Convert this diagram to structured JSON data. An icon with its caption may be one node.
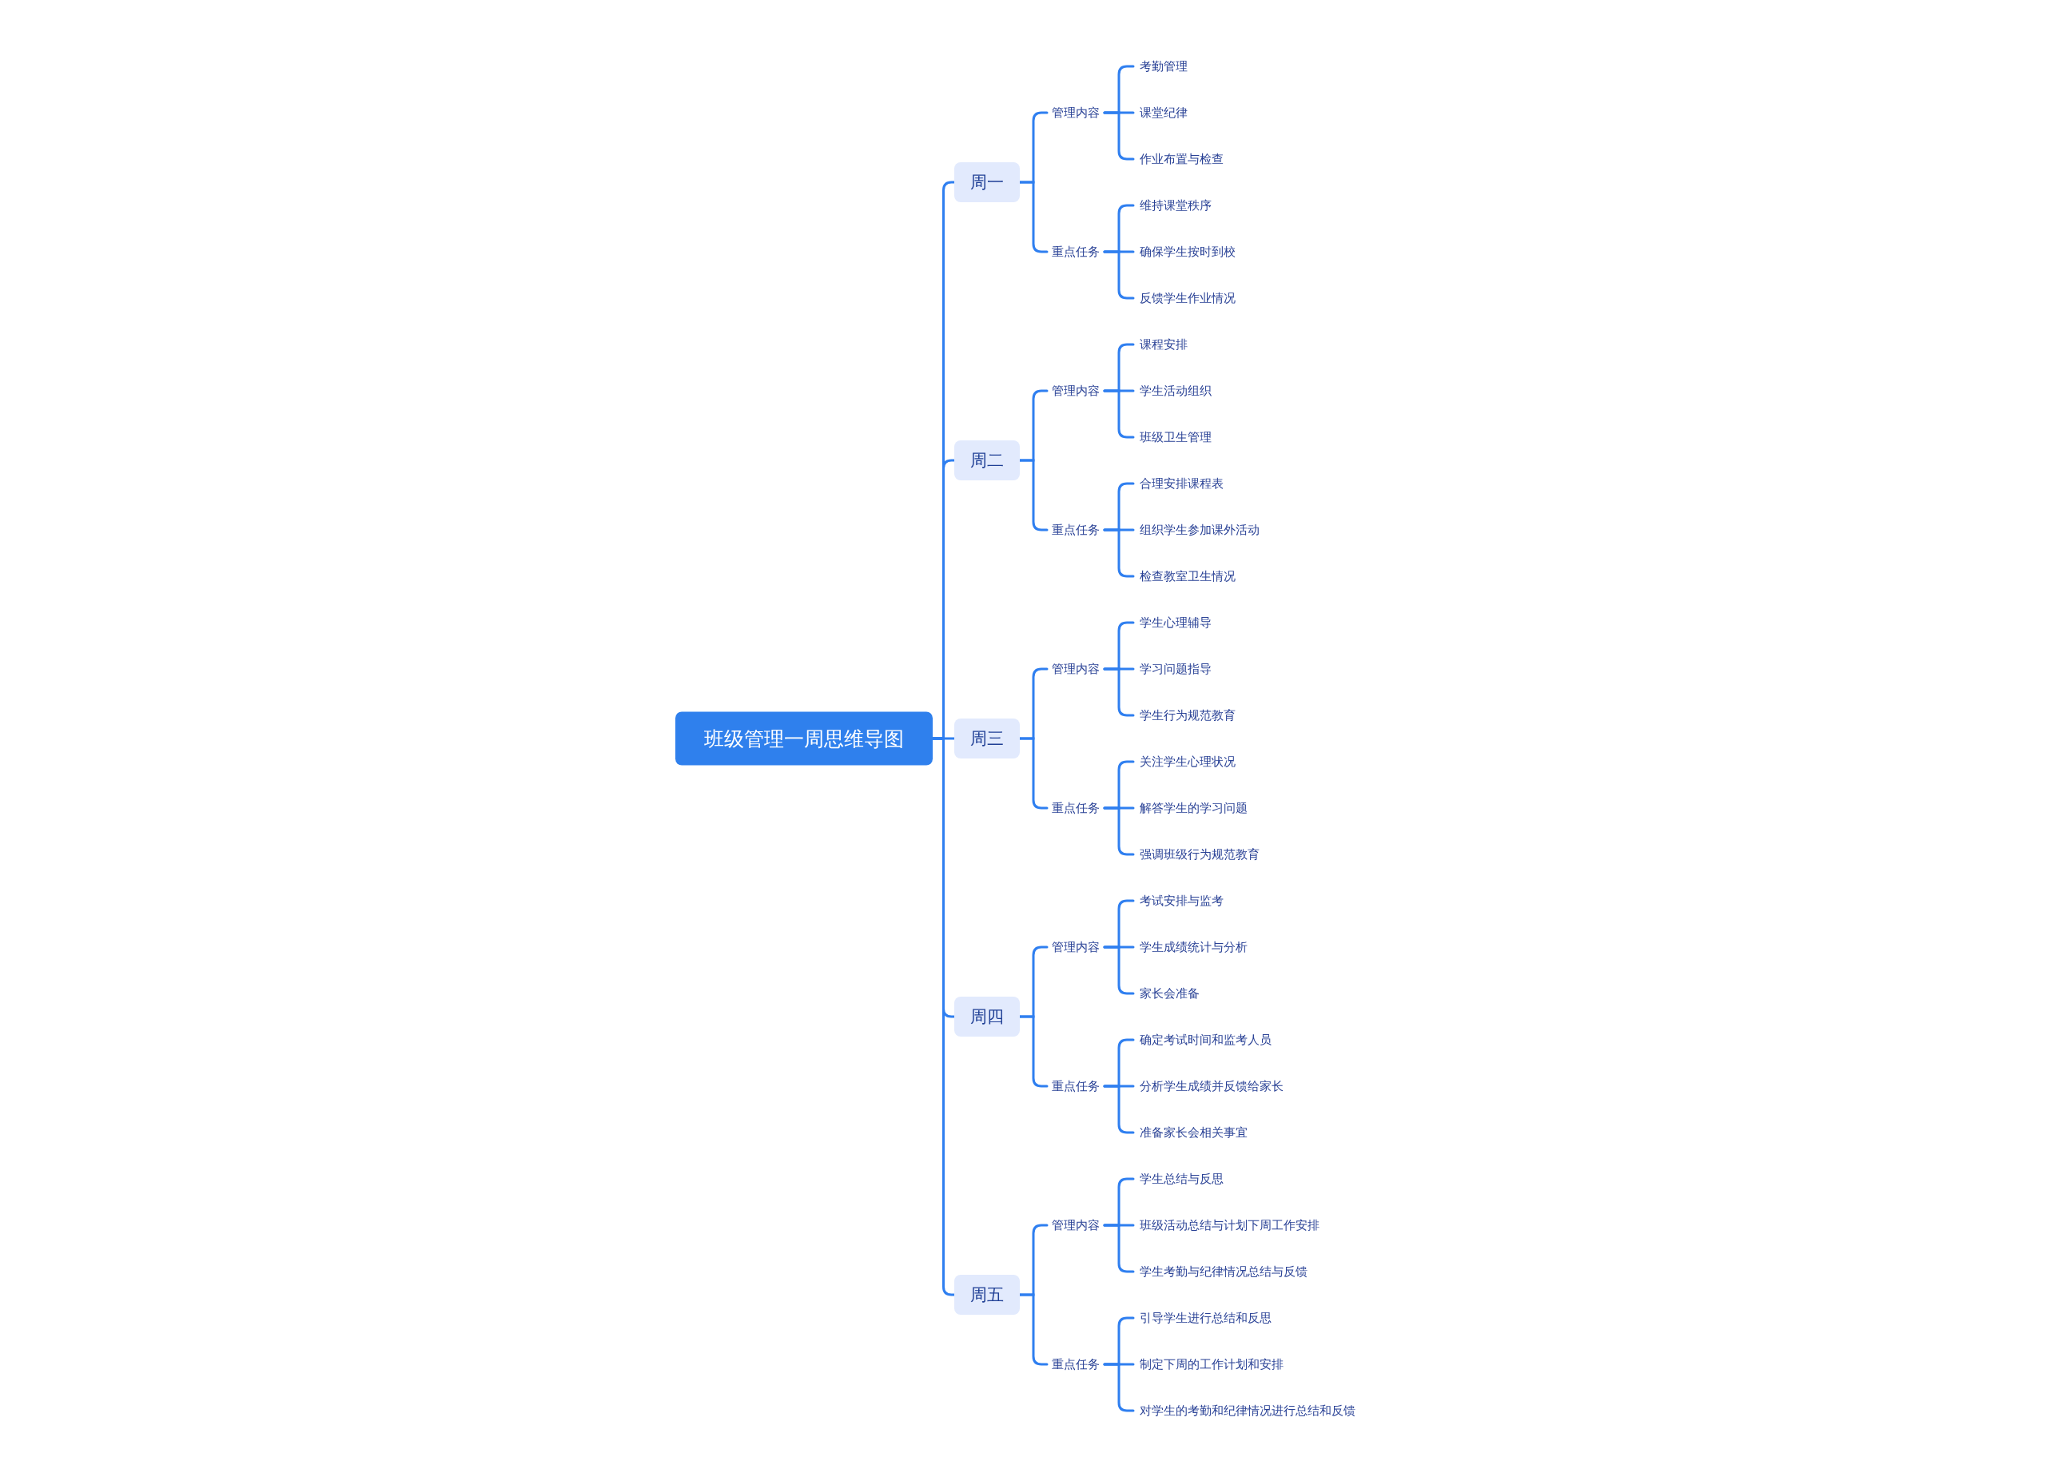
{
  "diagram": {
    "nodes": [
      {
        "text": [
          "班级管理一周思维导图"
        ]
      },
      {
        "text": [
          "周一"
        ]
      },
      {
        "text": [
          "管理内容"
        ]
      },
      {
        "text": [
          "考勤管理"
        ]
      },
      {
        "text": [
          "课堂纪律"
        ]
      },
      {
        "text": [
          "作业布置与检查"
        ]
      },
      {
        "text": [
          "重点任务"
        ]
      },
      {
        "text": [
          "维持课堂秩序"
        ]
      },
      {
        "text": [
          "确保学生按时到校"
        ]
      },
      {
        "text": [
          "反馈学生作业情况"
        ]
      },
      {
        "text": [
          "周二"
        ]
      },
      {
        "text": [
          "管理内容"
        ]
      },
      {
        "text": [
          "课程安排"
        ]
      },
      {
        "text": [
          "学生活动组织"
        ]
      },
      {
        "text": [
          "班级卫生管理"
        ]
      },
      {
        "text": [
          "重点任务"
        ]
      },
      {
        "text": [
          "合理安排课程表"
        ]
      },
      {
        "text": [
          "组织学生参加课外活动"
        ]
      },
      {
        "text": [
          "检查教室卫生情况"
        ]
      },
      {
        "text": [
          "周三"
        ]
      },
      {
        "text": [
          "管理内容"
        ]
      },
      {
        "text": [
          "学生心理辅导"
        ]
      },
      {
        "text": [
          "学习问题指导"
        ]
      },
      {
        "text": [
          "学生行为规范教育"
        ]
      },
      {
        "text": [
          "重点任务"
        ]
      },
      {
        "text": [
          "关注学生心理状况"
        ]
      },
      {
        "text": [
          "解答学生的学习问题"
        ]
      },
      {
        "text": [
          "强调班级行为规范教育"
        ]
      },
      {
        "text": [
          "周四"
        ]
      },
      {
        "text": [
          "管理内容"
        ]
      },
      {
        "text": [
          "考试安排与监考"
        ]
      },
      {
        "text": [
          "学生成绩统计与分析"
        ]
      },
      {
        "text": [
          "家长会准备"
        ]
      },
      {
        "text": [
          "重点任务"
        ]
      },
      {
        "text": [
          "确定考试时间和监考人员"
        ]
      },
      {
        "text": [
          "分析学生成绩并反馈给家长"
        ]
      },
      {
        "text": [
          "准备家长会相关事宜"
        ]
      },
      {
        "text": [
          "周五"
        ]
      },
      {
        "text": [
          "管理内容"
        ]
      },
      {
        "text": [
          "学生总结与反思"
        ]
      },
      {
        "text": [
          "班级活动总结与计划下周工作安排"
        ]
      },
      {
        "text": [
          "学生考勤与纪律情况总结与反馈"
        ]
      },
      {
        "text": [
          "重点任务"
        ]
      },
      {
        "text": [
          "引导学生进行总结和反思"
        ]
      },
      {
        "text": [
          "制定下周的工作计划和安排"
        ]
      },
      {
        "text": [
          "对学生的考勤和纪律情况进行总结和反馈"
        ]
      }
    ],
    "edges": [
      {
        "from": 0,
        "to": 1,
        "arrow": "none"
      },
      {
        "from": 1,
        "to": 2,
        "arrow": "none"
      },
      {
        "from": 2,
        "to": 3,
        "arrow": "none"
      },
      {
        "from": 2,
        "to": 4,
        "arrow": "none"
      },
      {
        "from": 2,
        "to": 5,
        "arrow": "none"
      },
      {
        "from": 1,
        "to": 6,
        "arrow": "none"
      },
      {
        "from": 6,
        "to": 7,
        "arrow": "none"
      },
      {
        "from": 6,
        "to": 8,
        "arrow": "none"
      },
      {
        "from": 6,
        "to": 9,
        "arrow": "none"
      },
      {
        "from": 0,
        "to": 10,
        "arrow": "none"
      },
      {
        "from": 10,
        "to": 11,
        "arrow": "none"
      },
      {
        "from": 11,
        "to": 12,
        "arrow": "none"
      },
      {
        "from": 11,
        "to": 13,
        "arrow": "none"
      },
      {
        "from": 11,
        "to": 14,
        "arrow": "none"
      },
      {
        "from": 10,
        "to": 15,
        "arrow": "none"
      },
      {
        "from": 15,
        "to": 16,
        "arrow": "none"
      },
      {
        "from": 15,
        "to": 17,
        "arrow": "none"
      },
      {
        "from": 15,
        "to": 18,
        "arrow": "none"
      },
      {
        "from": 0,
        "to": 19,
        "arrow": "none"
      },
      {
        "from": 19,
        "to": 20,
        "arrow": "none"
      },
      {
        "from": 20,
        "to": 21,
        "arrow": "none"
      },
      {
        "from": 20,
        "to": 22,
        "arrow": "none"
      },
      {
        "from": 20,
        "to": 23,
        "arrow": "none"
      },
      {
        "from": 19,
        "to": 24,
        "arrow": "none"
      },
      {
        "from": 24,
        "to": 25,
        "arrow": "none"
      },
      {
        "from": 24,
        "to": 26,
        "arrow": "none"
      },
      {
        "from": 24,
        "to": 27,
        "arrow": "none"
      },
      {
        "from": 0,
        "to": 28,
        "arrow": "none"
      },
      {
        "from": 28,
        "to": 29,
        "arrow": "none"
      },
      {
        "from": 29,
        "to": 30,
        "arrow": "none"
      },
      {
        "from": 29,
        "to": 31,
        "arrow": "none"
      },
      {
        "from": 29,
        "to": 32,
        "arrow": "none"
      },
      {
        "from": 28,
        "to": 33,
        "arrow": "none"
      },
      {
        "from": 33,
        "to": 34,
        "arrow": "none"
      },
      {
        "from": 33,
        "to": 35,
        "arrow": "none"
      },
      {
        "from": 33,
        "to": 36,
        "arrow": "none"
      },
      {
        "from": 0,
        "to": 37,
        "arrow": "none"
      },
      {
        "from": 37,
        "to": 38,
        "arrow": "none"
      },
      {
        "from": 38,
        "to": 39,
        "arrow": "none"
      },
      {
        "from": 38,
        "to": 40,
        "arrow": "none"
      },
      {
        "from": 38,
        "to": 41,
        "arrow": "none"
      },
      {
        "from": 37,
        "to": 42,
        "arrow": "none"
      },
      {
        "from": 42,
        "to": 43,
        "arrow": "none"
      },
      {
        "from": 42,
        "to": 44,
        "arrow": "none"
      },
      {
        "from": 42,
        "to": 45,
        "arrow": "none"
      }
    ]
  }
}
